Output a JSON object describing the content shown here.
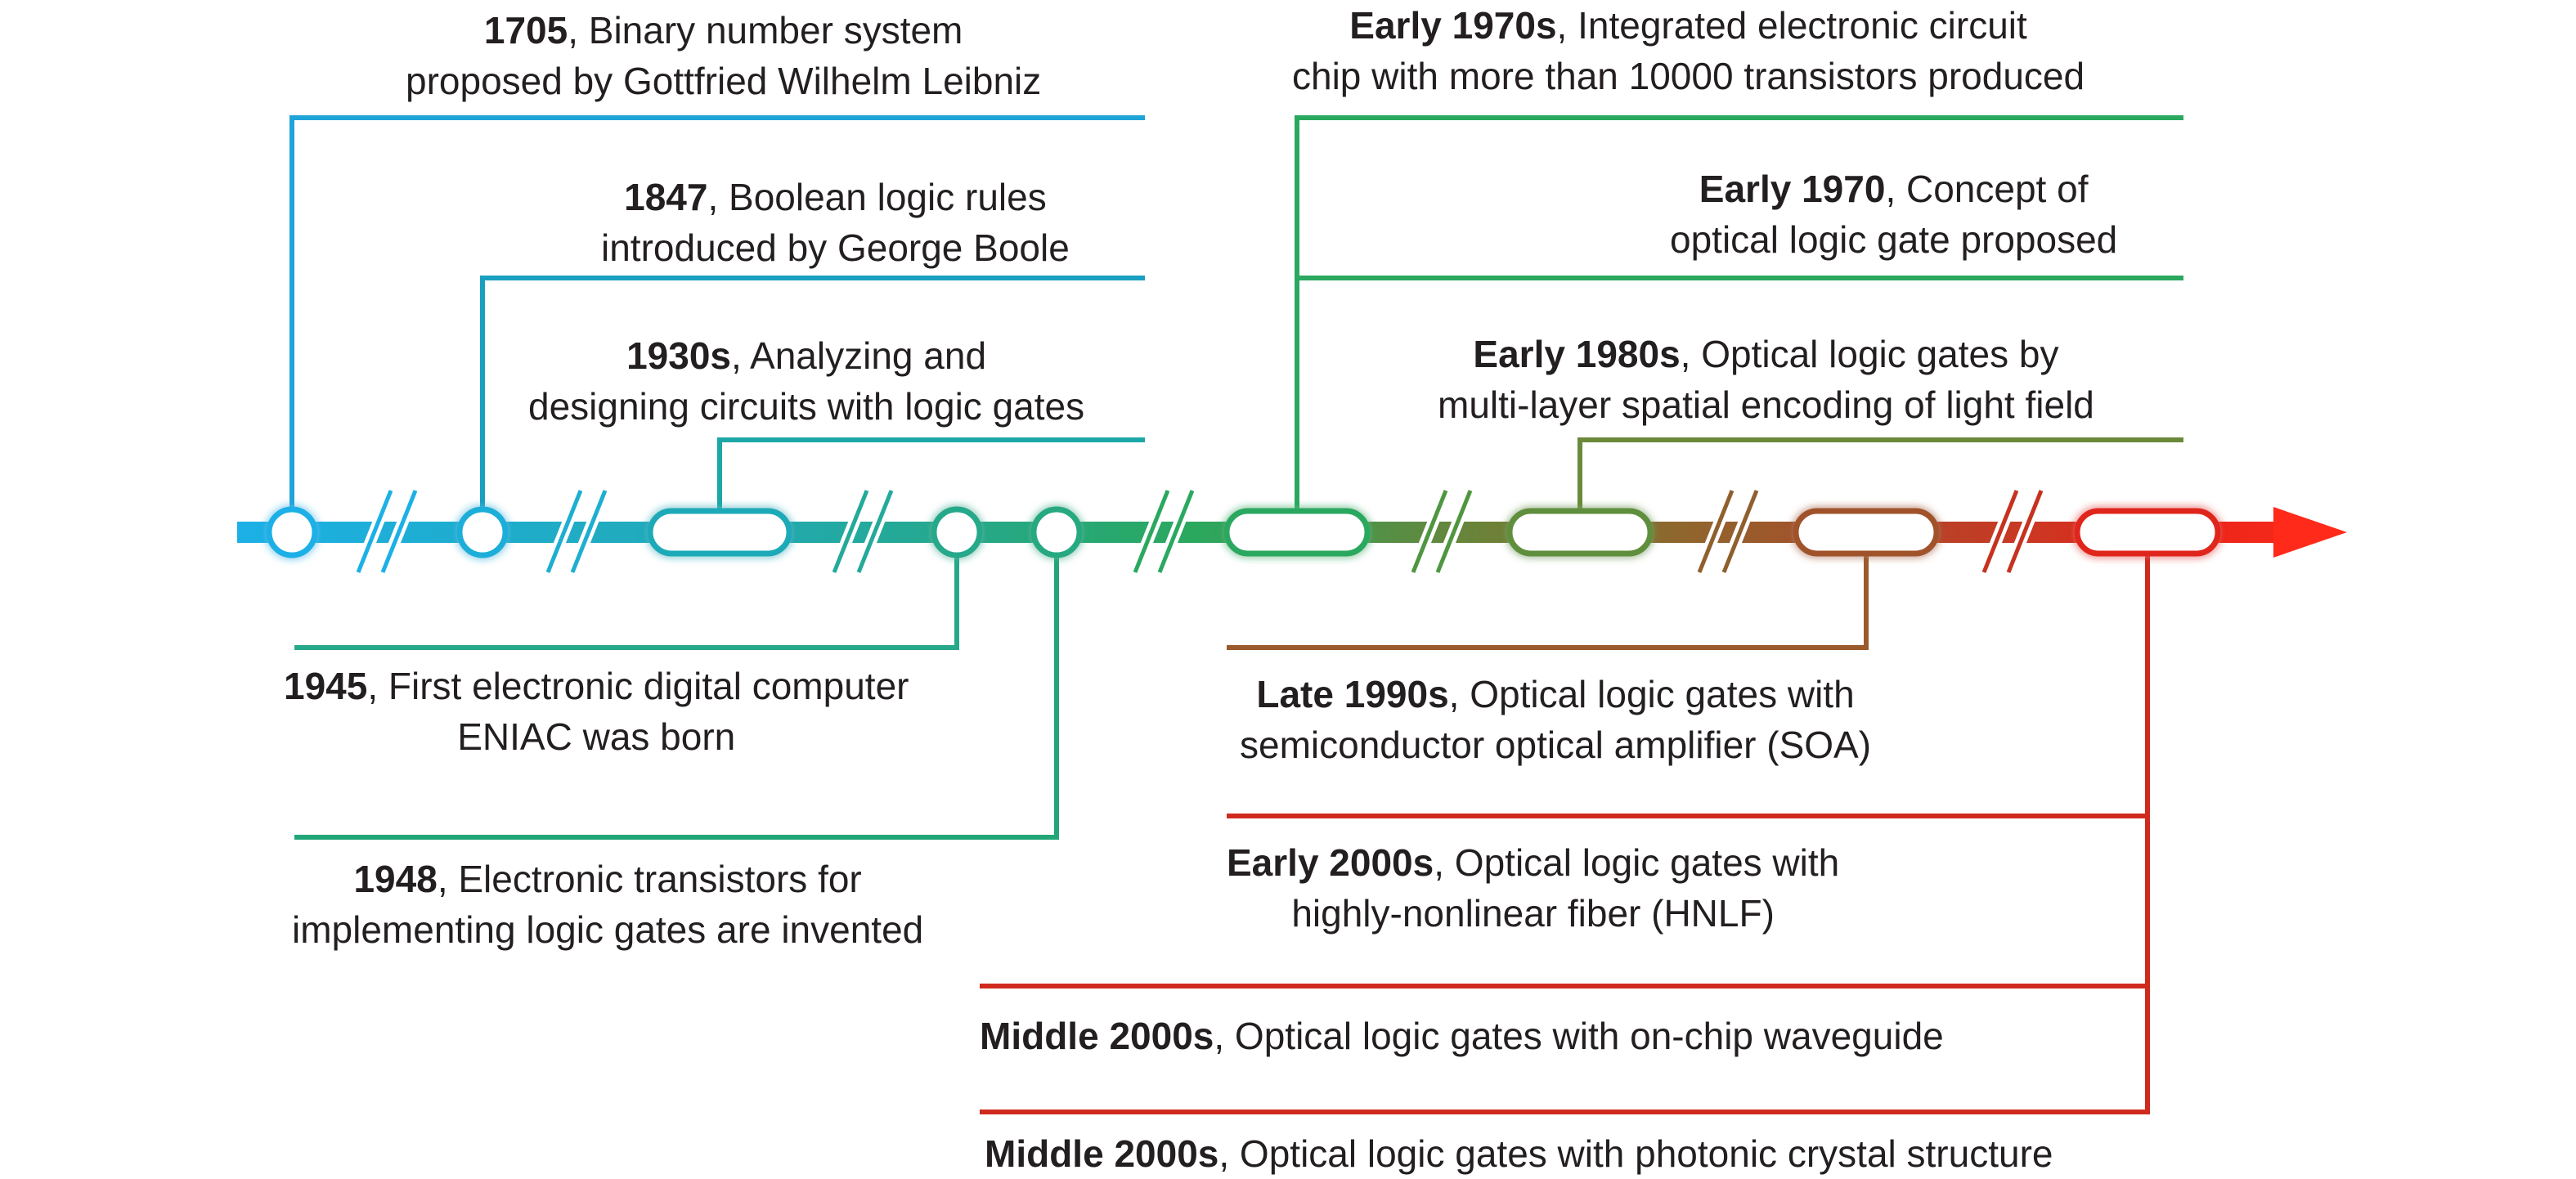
{
  "events": [
    {
      "id": "e1705",
      "year": "1705",
      "text1": ", Binary number system",
      "text2": "proposed by Gottfried Wilhelm Leibniz",
      "color": "#1fa3d8"
    },
    {
      "id": "e1847",
      "year": "1847",
      "text1": ", Boolean logic rules",
      "text2": "introduced by George Boole",
      "color": "#1a9fc0"
    },
    {
      "id": "e1930s",
      "year": "1930s",
      "text1": ", Analyzing and",
      "text2": "designing circuits with logic gates",
      "color": "#1da7a8"
    },
    {
      "id": "e1945",
      "year": "1945",
      "text1": ", First electronic digital computer",
      "text2": "ENIAC was born",
      "color": "#26a88a"
    },
    {
      "id": "e1948",
      "year": "1948",
      "text1": ", Electronic transistors for",
      "text2": "implementing logic gates are invented",
      "color": "#22a678"
    },
    {
      "id": "e1970s",
      "year": "Early 1970s",
      "text1": ", Integrated electronic circuit",
      "text2": "chip with more than 10000 transistors produced",
      "color": "#2aa85f"
    },
    {
      "id": "e1970",
      "year": "Early 1970",
      "text1": ", Concept of",
      "text2": "optical logic gate proposed",
      "color": "#2aa85f"
    },
    {
      "id": "e1980s",
      "year": "Early 1980s",
      "text1": ", Optical logic gates by",
      "text2": "multi-layer spatial encoding of light field",
      "color": "#6a8a3a"
    },
    {
      "id": "e1990s",
      "year": "Late 1990s",
      "text1": ", Optical logic gates with",
      "text2": "semiconductor optical amplifier (SOA)",
      "color": "#9b5a2c"
    },
    {
      "id": "e2000s",
      "year": "Early 2000s",
      "text1": ", Optical logic gates with",
      "text2": "highly-nonlinear fiber (HNLF)",
      "color": "#d02a1e"
    },
    {
      "id": "m2000a",
      "year": "Middle 2000s",
      "text1": ", Optical logic gates with on-chip waveguide",
      "text2": "",
      "color": "#d02a1e"
    },
    {
      "id": "m2000b",
      "year": "Middle 2000s",
      "text1": ", Optical logic gates with photonic crystal structure",
      "text2": "",
      "color": "#d02a1e"
    }
  ],
  "timeline": {
    "gradient": [
      "#1cb0e6",
      "#22a9b0",
      "#2aa85f",
      "#7a7a30",
      "#b0462a",
      "#e8261a",
      "#ff2a1a"
    ]
  }
}
